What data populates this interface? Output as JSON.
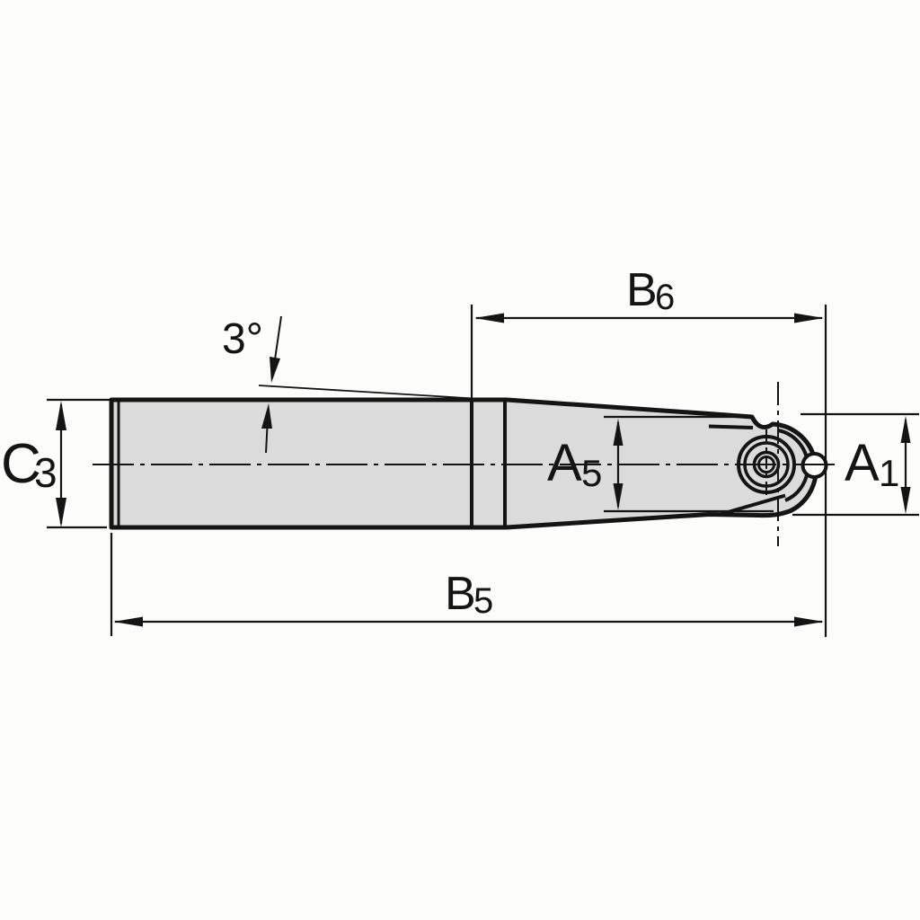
{
  "drawing": {
    "angle_label": "3°",
    "dim_b6": {
      "main": "B",
      "sub": "6"
    },
    "dim_b5": {
      "main": "B",
      "sub": "5"
    },
    "dim_c3": {
      "main": "C",
      "sub": "3"
    },
    "dim_a5": {
      "main": "A",
      "sub": "5"
    },
    "dim_a1": {
      "main": "A",
      "sub": "1"
    }
  },
  "colors": {
    "background": "#fcfcfb",
    "body_fill": "#dbdbdb",
    "line": "#141414"
  }
}
